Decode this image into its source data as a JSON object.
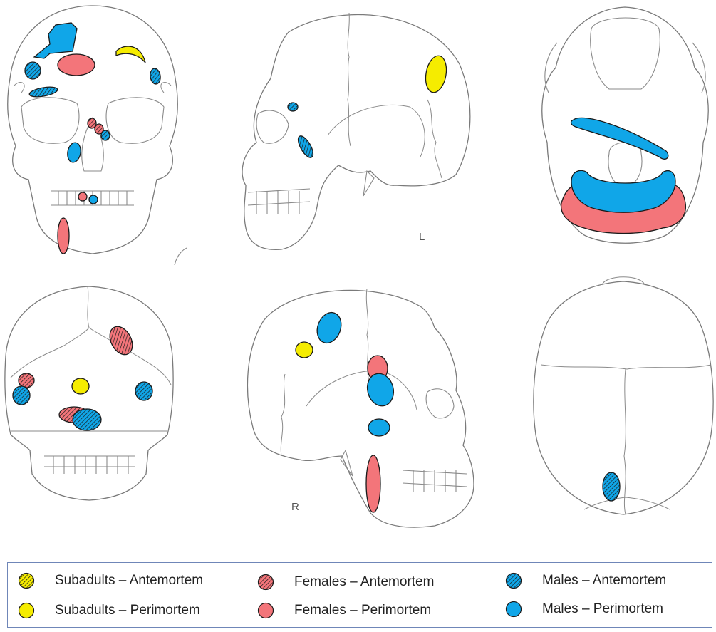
{
  "view_labels": {
    "left": "L",
    "right": "R"
  },
  "colors": {
    "subadults": "#f5ec00",
    "females": "#f3757a",
    "males": "#10a6e8",
    "outline": "#1a1a1a"
  },
  "legend": {
    "items": [
      {
        "label": "Subadults – Antemortem",
        "group": "subadults",
        "timing": "antemortem"
      },
      {
        "label": "Subadults – Perimortem",
        "group": "subadults",
        "timing": "perimortem"
      },
      {
        "label": "Females – Antemortem",
        "group": "females",
        "timing": "antemortem"
      },
      {
        "label": "Females – Perimortem",
        "group": "females",
        "timing": "perimortem"
      },
      {
        "label": "Males – Antemortem",
        "group": "males",
        "timing": "antemortem"
      },
      {
        "label": "Males – Perimortem",
        "group": "males",
        "timing": "perimortem"
      }
    ]
  },
  "views": [
    {
      "name": "anterior",
      "lesions": [
        {
          "group": "males",
          "timing": "perimortem"
        },
        {
          "group": "males",
          "timing": "antemortem"
        },
        {
          "group": "females",
          "timing": "perimortem"
        },
        {
          "group": "subadults",
          "timing": "perimortem"
        },
        {
          "group": "males",
          "timing": "antemortem"
        },
        {
          "group": "males",
          "timing": "antemortem"
        },
        {
          "group": "females",
          "timing": "antemortem"
        },
        {
          "group": "females",
          "timing": "antemortem"
        },
        {
          "group": "males",
          "timing": "antemortem"
        },
        {
          "group": "males",
          "timing": "perimortem"
        },
        {
          "group": "females",
          "timing": "perimortem"
        },
        {
          "group": "males",
          "timing": "perimortem"
        },
        {
          "group": "females",
          "timing": "perimortem"
        }
      ]
    },
    {
      "name": "left-lateral",
      "lesions": [
        {
          "group": "subadults",
          "timing": "perimortem"
        },
        {
          "group": "males",
          "timing": "antemortem"
        },
        {
          "group": "males",
          "timing": "antemortem"
        }
      ]
    },
    {
      "name": "inferior",
      "lesions": [
        {
          "group": "males",
          "timing": "perimortem"
        },
        {
          "group": "females",
          "timing": "perimortem"
        },
        {
          "group": "males",
          "timing": "perimortem"
        }
      ]
    },
    {
      "name": "posterior",
      "lesions": [
        {
          "group": "females",
          "timing": "antemortem"
        },
        {
          "group": "females",
          "timing": "antemortem"
        },
        {
          "group": "males",
          "timing": "antemortem"
        },
        {
          "group": "subadults",
          "timing": "perimortem"
        },
        {
          "group": "males",
          "timing": "antemortem"
        },
        {
          "group": "females",
          "timing": "antemortem"
        },
        {
          "group": "males",
          "timing": "antemortem"
        }
      ]
    },
    {
      "name": "right-lateral",
      "lesions": [
        {
          "group": "males",
          "timing": "perimortem"
        },
        {
          "group": "subadults",
          "timing": "perimortem"
        },
        {
          "group": "females",
          "timing": "perimortem"
        },
        {
          "group": "males",
          "timing": "perimortem"
        },
        {
          "group": "males",
          "timing": "perimortem"
        },
        {
          "group": "females",
          "timing": "perimortem"
        }
      ]
    },
    {
      "name": "superior",
      "lesions": [
        {
          "group": "males",
          "timing": "antemortem"
        }
      ]
    }
  ]
}
